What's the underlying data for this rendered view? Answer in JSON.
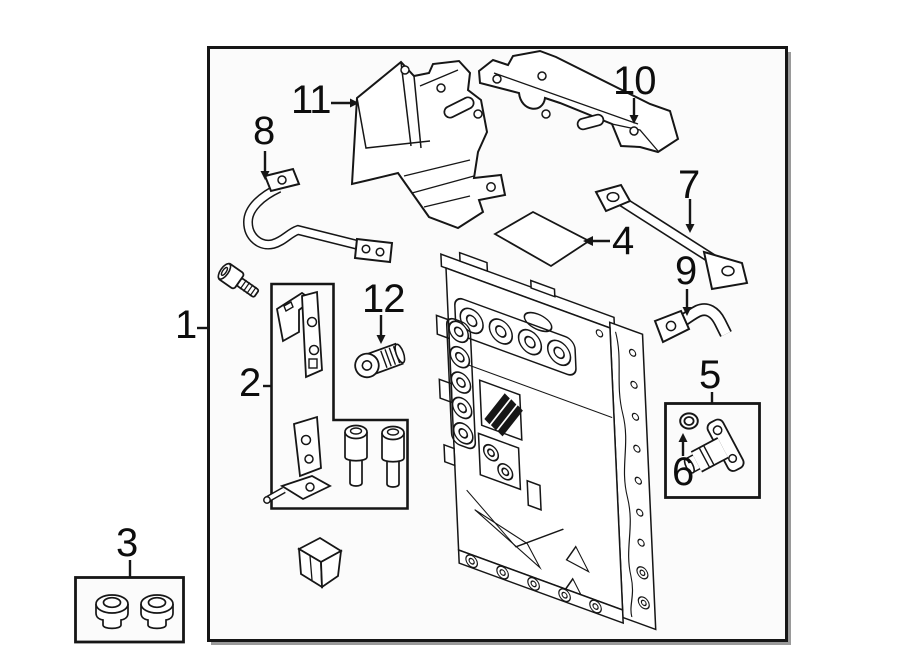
{
  "diagram": {
    "description": "Exploded parts diagram with numbered callouts",
    "colors": {
      "background": "#ffffff",
      "panel_fill": "#fbfbfb",
      "line": "#161616",
      "label_text": "#0d0d0d"
    },
    "callouts": [
      {
        "label": "1"
      },
      {
        "label": "2"
      },
      {
        "label": "3"
      },
      {
        "label": "4"
      },
      {
        "label": "5"
      },
      {
        "label": "6"
      },
      {
        "label": "7"
      },
      {
        "label": "8"
      },
      {
        "label": "9"
      },
      {
        "label": "10"
      },
      {
        "label": "11"
      },
      {
        "label": "12"
      }
    ]
  }
}
